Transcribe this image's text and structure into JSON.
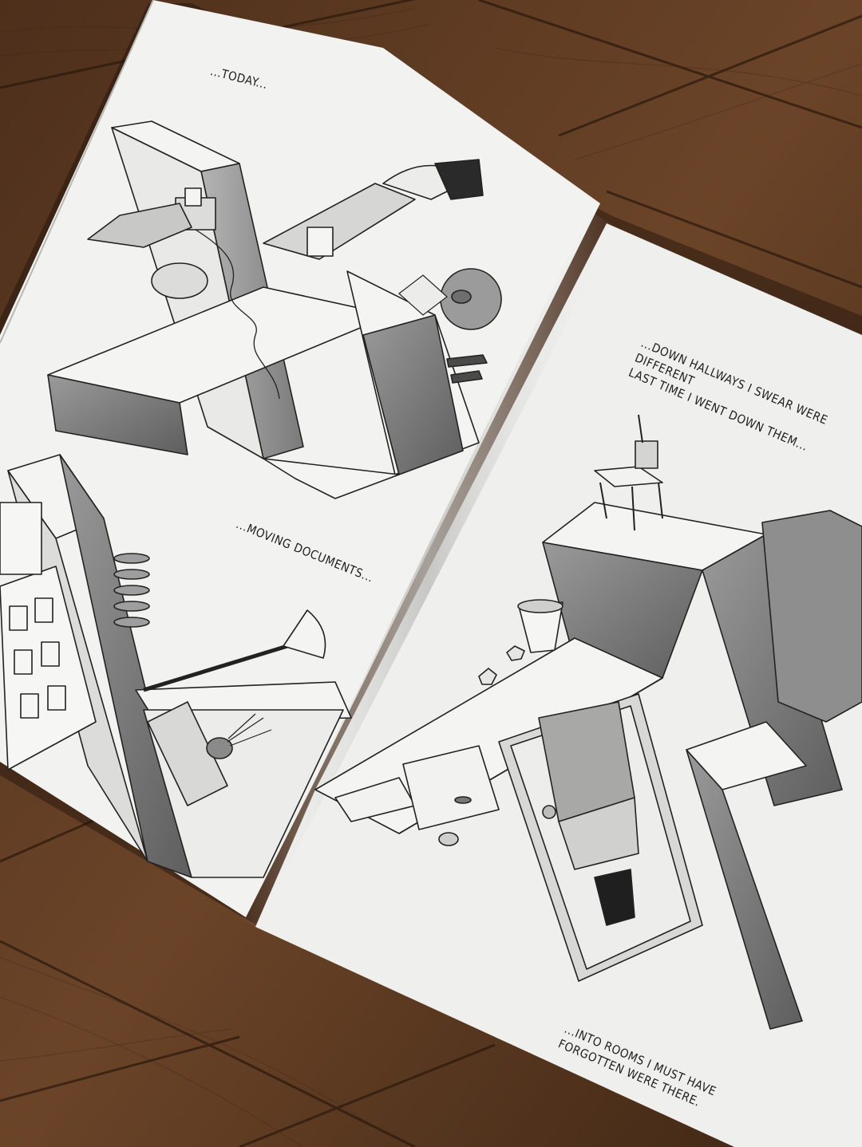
{
  "comic": {
    "left_page": {
      "caption_today": "...TODAY...",
      "caption_moving": "...MOVING DOCUMENTS..."
    },
    "right_page": {
      "caption_hallways": "...DOWN HALLWAYS I SWEAR WERE DIFFERENT\nLAST TIME I WENT DOWN THEM...",
      "caption_rooms": "...INTO ROOMS I MUST HAVE\nFORGOTTEN WERE THERE."
    }
  },
  "colors": {
    "table_wood": "#6b4428",
    "paper": "#f2f2f0",
    "ink": "#1e1e1e",
    "block_shade": "#8c8c8c"
  }
}
